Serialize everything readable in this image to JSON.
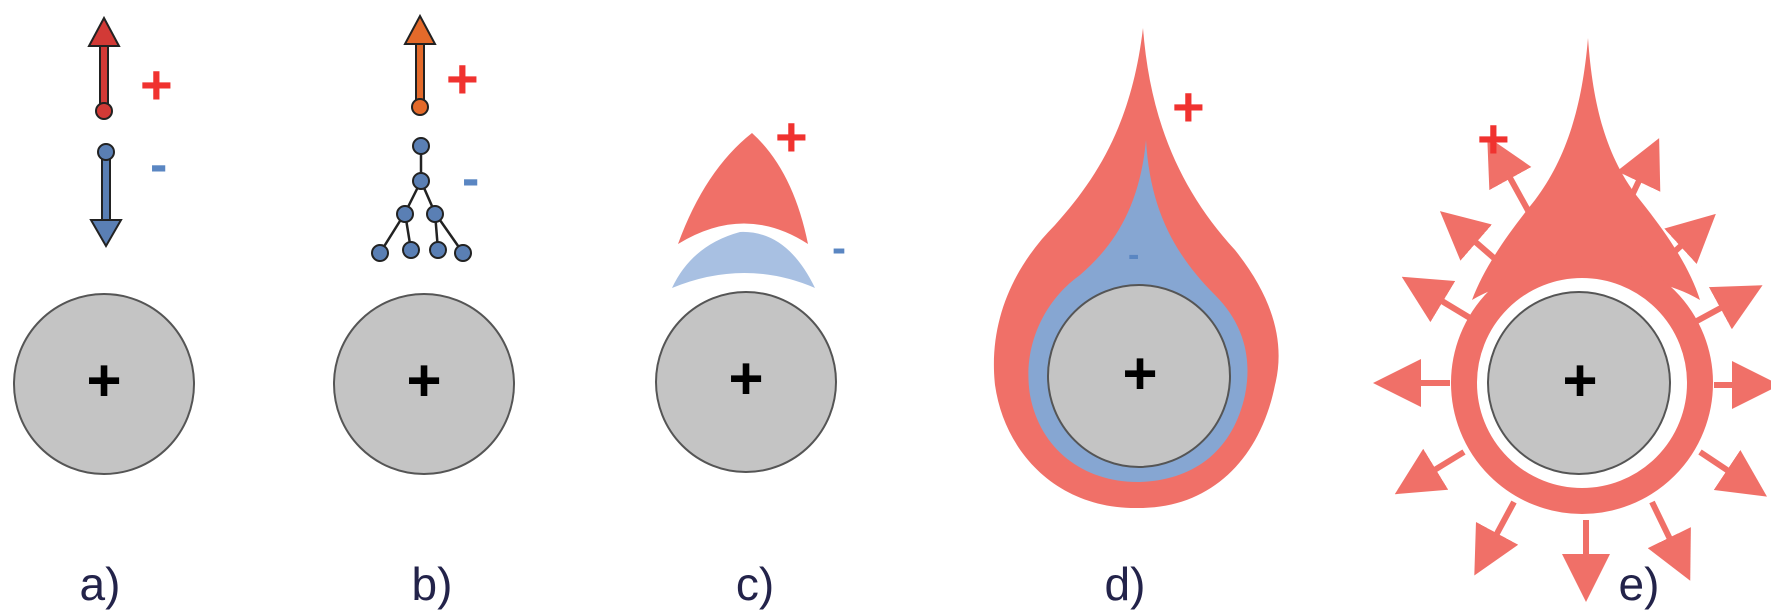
{
  "panels": [
    {
      "id": "a",
      "label": "a)",
      "plus": "+",
      "minus": "-",
      "nucleus_sign": "+"
    },
    {
      "id": "b",
      "label": "b)",
      "plus": "+",
      "minus": "-",
      "nucleus_sign": "+"
    },
    {
      "id": "c",
      "label": "c)",
      "plus": "+",
      "minus": "-",
      "nucleus_sign": "+"
    },
    {
      "id": "d",
      "label": "d)",
      "plus": "+",
      "minus": "-",
      "nucleus_sign": "+"
    },
    {
      "id": "e",
      "label": "e)",
      "plus": "+",
      "nucleus_sign": "+"
    }
  ],
  "colors": {
    "positive_red": "#f07068",
    "negative_blue": "#86a6d2",
    "nucleus_gray": "#c4c4c4",
    "text_red": "#f0322f"
  }
}
